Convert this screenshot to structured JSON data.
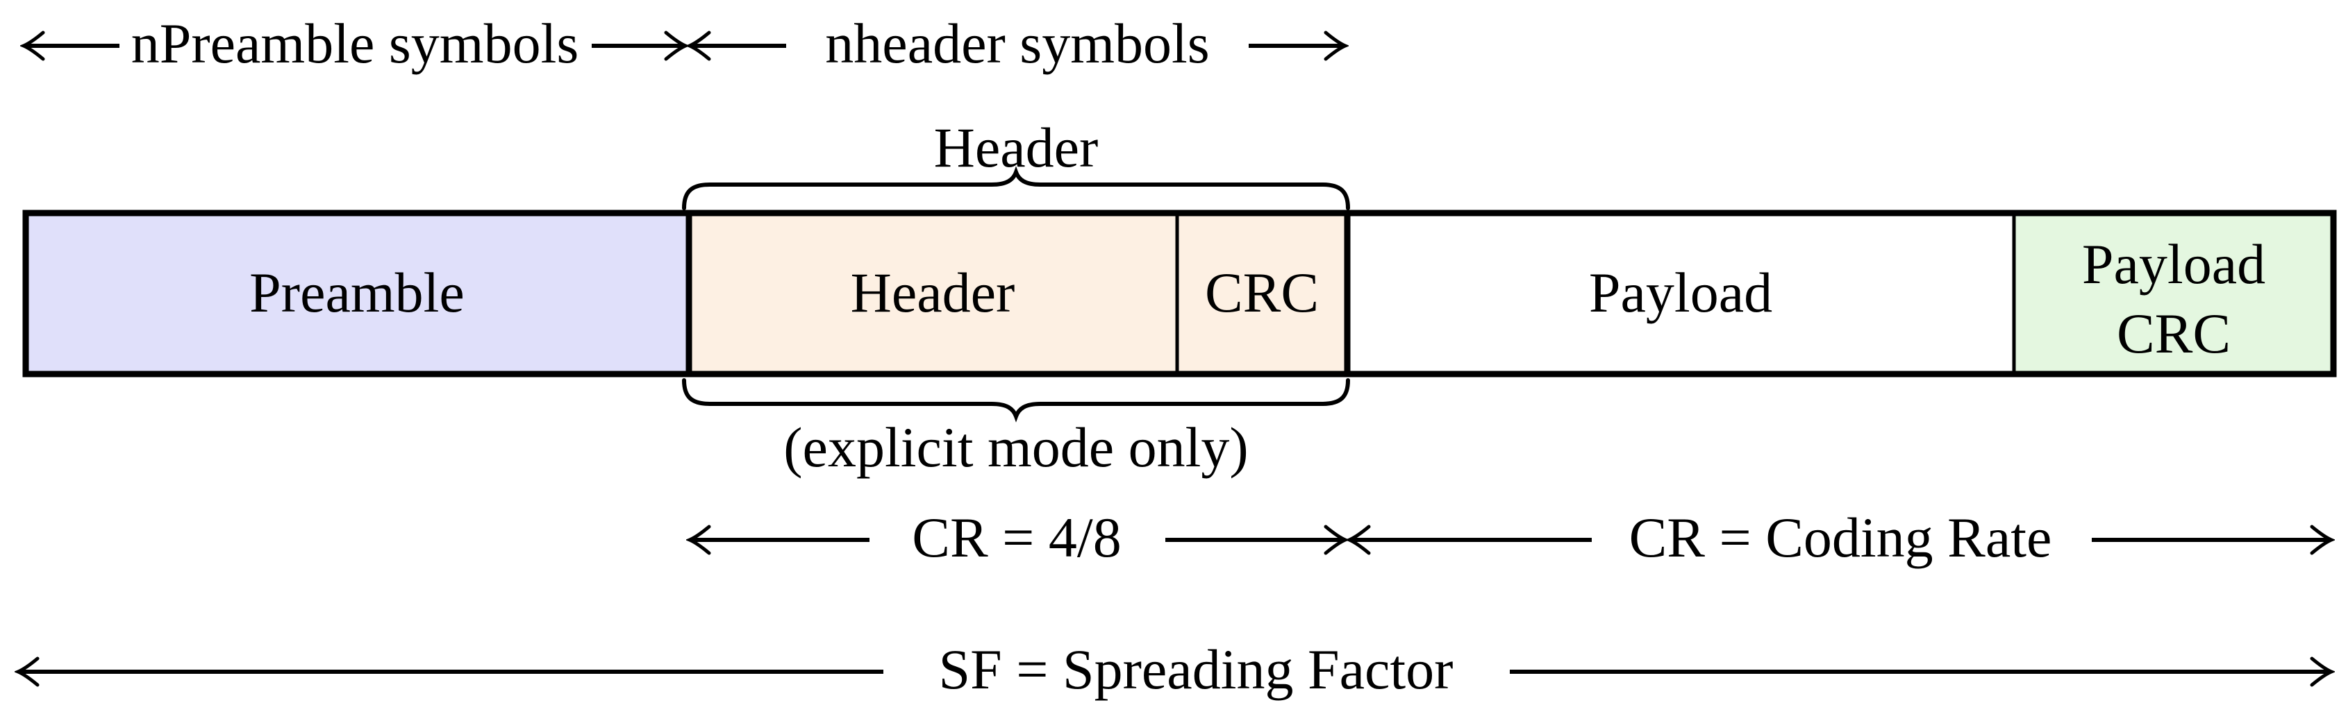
{
  "diagram": {
    "ink_color": "#000000",
    "top_arrows": [
      {
        "label": "nPreamble symbols"
      },
      {
        "label": "nheader symbols"
      }
    ],
    "header_group": {
      "brace_label": "Header",
      "note": "(explicit mode only)"
    },
    "boxes": [
      {
        "label": "Preamble",
        "fill": "#e0e0fa"
      },
      {
        "label": "Header",
        "fill": "#fdf0e3"
      },
      {
        "label": "CRC",
        "fill": "#fdf0e3"
      },
      {
        "label": "Payload",
        "fill": "#ffffff"
      },
      {
        "label": "Payload CRC",
        "lines": [
          "Payload",
          "CRC"
        ],
        "fill": "#e4f7e0"
      }
    ],
    "cr_arrows": [
      {
        "label": "CR = 4/8"
      },
      {
        "label": "CR = Coding Rate"
      }
    ],
    "sf_arrow": {
      "label": "SF = Spreading Factor"
    }
  }
}
